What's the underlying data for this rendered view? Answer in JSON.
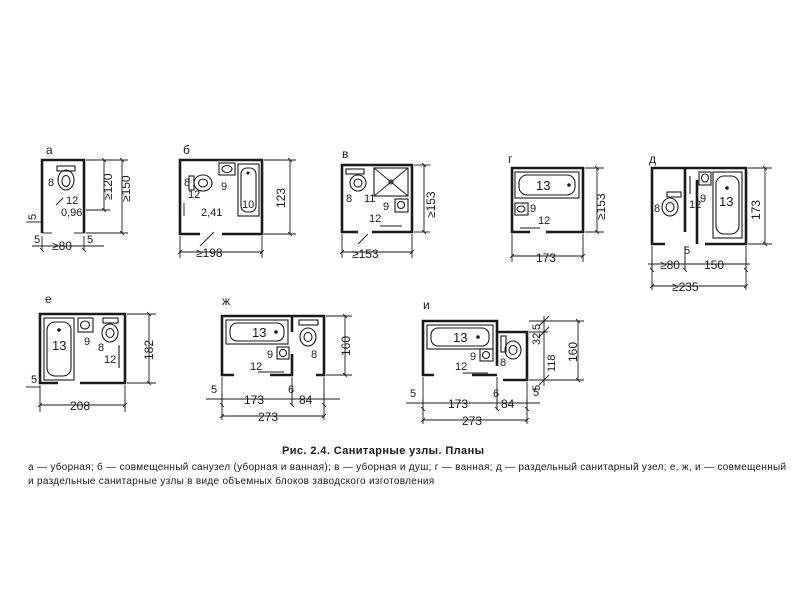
{
  "figure": {
    "title": "Рис. 2.4. Санитарные узлы. Планы",
    "description": "а — уборная; б — совмещенный санузел (уборная и ванная); в — уборная и душ; г — ванная; д — раздельный санитарный узел; е, ж, и — совмещенный и раздельные санитарные узлы в виде объемных блоков заводского изготовления"
  },
  "plans": {
    "a": {
      "letter": "а",
      "labels": [
        "8",
        "12",
        "0,96"
      ],
      "dims": {
        "h1": "≥120",
        "h2": "≥150",
        "side": "5",
        "w_left": "5",
        "w": "≥80",
        "w_right": "5"
      }
    },
    "b": {
      "letter": "б",
      "labels": [
        "8",
        "12",
        "9",
        "2,41",
        "10"
      ],
      "dims": {
        "h": "123",
        "w": "≥198"
      }
    },
    "v": {
      "letter": "в",
      "labels": [
        "8",
        "11",
        "9",
        "12"
      ],
      "dims": {
        "h": "≥153",
        "w": "≥153"
      }
    },
    "g": {
      "letter": "г",
      "labels": [
        "13",
        "9",
        "12"
      ],
      "dims": {
        "h": "≥153",
        "w": "173"
      }
    },
    "d": {
      "letter": "д",
      "labels": [
        "8",
        "12",
        "9",
        "13"
      ],
      "dims": {
        "h": "173",
        "door": "5",
        "w_left": "≥80",
        "w_right": "150",
        "w_total": "≥235"
      }
    },
    "e": {
      "letter": "е",
      "labels": [
        "13",
        "9",
        "8",
        "12"
      ],
      "dims": {
        "h": "182",
        "door": "5",
        "w": "208"
      }
    },
    "zh": {
      "letter": "ж",
      "labels": [
        "13",
        "9",
        "8",
        "12"
      ],
      "dims": {
        "h": "160",
        "door_left": "5",
        "door_right": "6",
        "w_left": "173",
        "w_right": "84",
        "w_total": "273"
      }
    },
    "i": {
      "letter": "и",
      "labels": [
        "13",
        "9",
        "8",
        "12"
      ],
      "dims": {
        "h_top": "5",
        "h_mid": "32",
        "h_low": "118",
        "h_bot": "5",
        "h_total": "160",
        "door_left": "5",
        "gap": "6",
        "door_right": "5",
        "w_left": "173",
        "w_right": "84",
        "w_total": "273"
      }
    }
  }
}
